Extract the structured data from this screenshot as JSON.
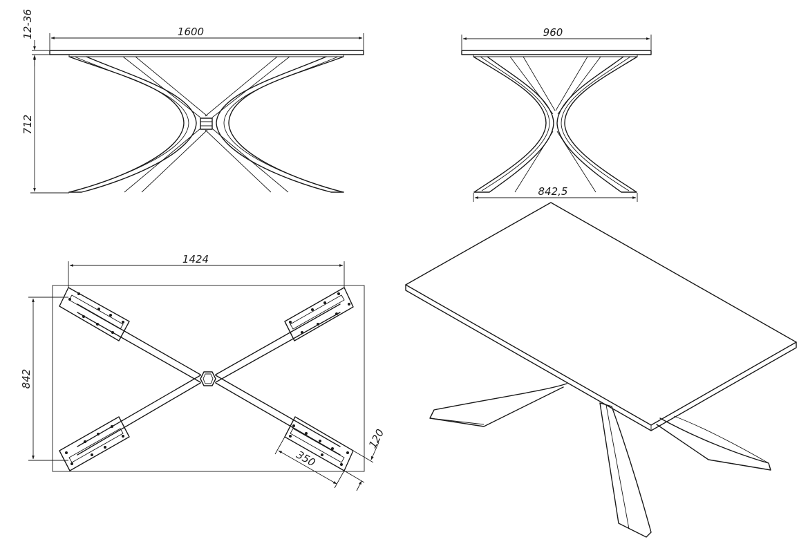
{
  "dimensions": {
    "front_length": "1600",
    "top_thickness": "12-36",
    "height": "712",
    "side_width": "960",
    "leg_span": "842,5",
    "plan_length": "1424",
    "plan_width": "842",
    "plate_length": "350",
    "plate_width": "120"
  }
}
